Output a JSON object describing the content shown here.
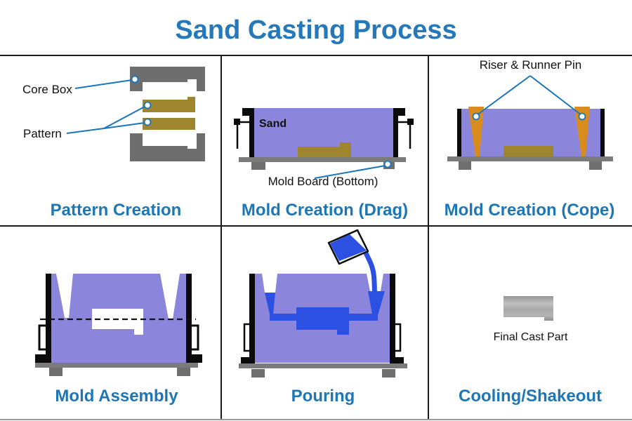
{
  "title": "Sand Casting Process",
  "panels": {
    "pattern_creation": {
      "title": "Pattern Creation",
      "core_box_label": "Core Box",
      "pattern_label": "Pattern"
    },
    "mold_drag": {
      "title": "Mold Creation (Drag)",
      "sand_label": "Sand",
      "mold_board_label": "Mold Board (Bottom)"
    },
    "mold_cope": {
      "title": "Mold Creation (Cope)",
      "riser_runner_label": "Riser & Runner Pin"
    },
    "mold_assembly": {
      "title": "Mold Assembly"
    },
    "pouring": {
      "title": "Pouring"
    },
    "cooling_shakeout": {
      "title": "Cooling/Shakeout",
      "final_cast_label": "Final Cast Part"
    }
  },
  "colors": {
    "heading_blue": "#2579ba",
    "panel_title_blue": "#1d76b5",
    "sand_purple": "#8c85dc",
    "molten_blue": "#2b50e2",
    "pin_orange": "#d98c1e",
    "pattern_tan": "#9e852e",
    "mold_gray": "#6e6e6e",
    "board_gray": "#7b7b7b",
    "annotation_blue": "#1b75bb",
    "cast_silver": "#b0b0b0"
  }
}
